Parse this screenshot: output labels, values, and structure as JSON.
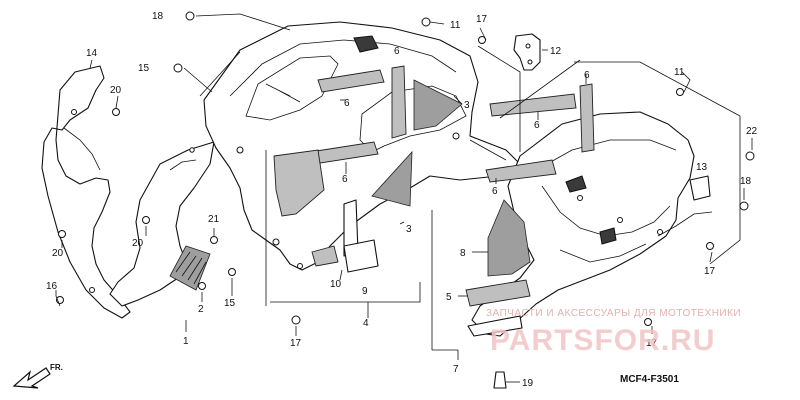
{
  "diagram": {
    "part_code": "MCF4-F3501",
    "direction_label": "FR.",
    "watermark_small": "ЗАПЧАСТИ И АКСЕССУАРЫ ДЛЯ МОТОТЕХНИКИ",
    "watermark_big": "PARTSFOR.RU",
    "callouts": {
      "c1": "1",
      "c2": "2",
      "c3a": "3",
      "c3b": "3",
      "c4": "4",
      "c5": "5",
      "c6a": "6",
      "c6b": "6",
      "c6c": "6",
      "c6d": "6",
      "c6e": "6",
      "c6f": "6",
      "c7": "7",
      "c8": "8",
      "c9": "9",
      "c10": "10",
      "c11a": "11",
      "c11b": "11",
      "c12": "12",
      "c13": "13",
      "c14": "14",
      "c15a": "15",
      "c15b": "15",
      "c16": "16",
      "c17a": "17",
      "c17b": "17",
      "c17c": "17",
      "c17d": "17",
      "c18a": "18",
      "c18b": "18",
      "c19": "19",
      "c20a": "20",
      "c20b": "20",
      "c20c": "20",
      "c21": "21",
      "c22": "22"
    }
  }
}
